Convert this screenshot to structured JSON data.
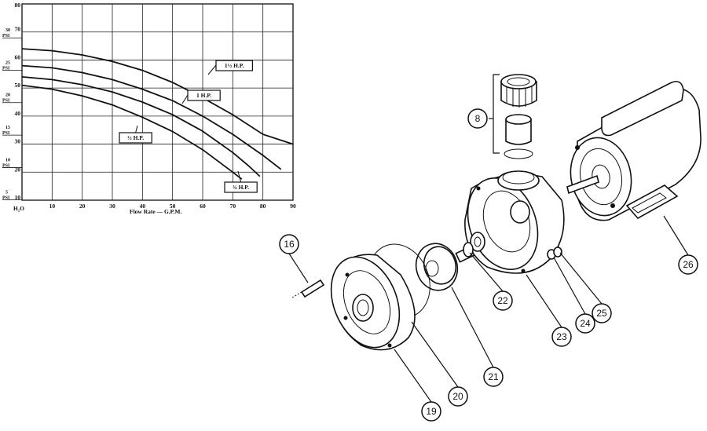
{
  "chart_data": {
    "type": "line",
    "xlabel": "Flow Rate — G.P.M.",
    "x_ticks": [
      10,
      20,
      30,
      40,
      50,
      60,
      70,
      80,
      90
    ],
    "x_tick_labels": [
      "10",
      "20",
      "30",
      "40",
      "50",
      "60",
      "70",
      "80",
      "90"
    ],
    "xlim": [
      0,
      90
    ],
    "ylabel": "H₂O",
    "y_ticks": [
      10,
      20,
      30,
      40,
      50,
      60,
      70,
      80
    ],
    "y_tick_labels": [
      "10",
      "20",
      "30",
      "40",
      "50",
      "60",
      "70",
      "80"
    ],
    "ylim": [
      10,
      80
    ],
    "psi_labels": [
      {
        "text": "5 PSI",
        "value": 11.5
      },
      {
        "text": "10 PSI",
        "value": 23
      },
      {
        "text": "15 PSI",
        "value": 34.6
      },
      {
        "text": "20 PSI",
        "value": 46.2
      },
      {
        "text": "25 PSI",
        "value": 57.7
      },
      {
        "text": "30 PSI",
        "value": 69.3
      }
    ],
    "grid": true,
    "series": [
      {
        "name": "1½ H.P.",
        "x": [
          0,
          10,
          20,
          30,
          40,
          50,
          60,
          70,
          80,
          90
        ],
        "y": [
          64,
          63.3,
          61.8,
          59.5,
          56.3,
          52,
          46.5,
          40.5,
          33.5,
          30
        ]
      },
      {
        "name": "1 H.P.",
        "x": [
          0,
          10,
          20,
          30,
          40,
          50,
          60,
          70,
          80,
          86
        ],
        "y": [
          58,
          57.2,
          55.5,
          53,
          49.6,
          45.5,
          40,
          33.5,
          26,
          21
        ]
      },
      {
        "name": "¾ H.P.",
        "x": [
          0,
          10,
          20,
          30,
          40,
          50,
          60,
          70,
          75,
          79
        ],
        "y": [
          54,
          53,
          51.2,
          48.6,
          45,
          40.5,
          34.6,
          27,
          22.5,
          18.5
        ]
      },
      {
        "name": "½ H.P.",
        "x": [
          0,
          10,
          20,
          30,
          40,
          50,
          60,
          70,
          73
        ],
        "y": [
          51,
          49.6,
          47.2,
          44,
          39.6,
          34.5,
          28,
          20,
          17.5
        ]
      }
    ]
  },
  "diagram": {
    "callouts": [
      "8",
      "16",
      "19",
      "20",
      "21",
      "22",
      "23",
      "24",
      "25",
      "26"
    ]
  }
}
